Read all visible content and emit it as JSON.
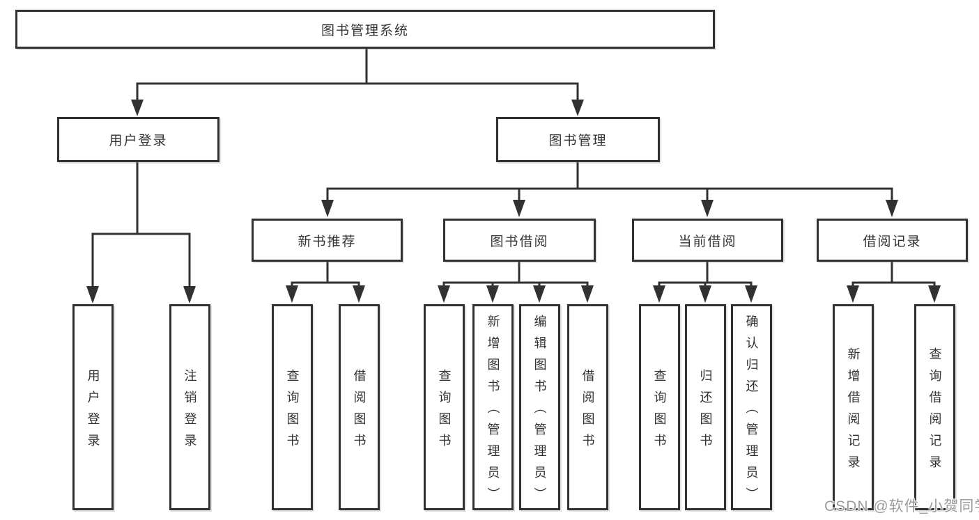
{
  "diagram": {
    "root": {
      "label": "图书管理系统"
    },
    "branches": [
      {
        "label": "用户登录",
        "children": [
          {
            "label": "用户登录"
          },
          {
            "label": "注销登录"
          }
        ]
      },
      {
        "label": "图书管理",
        "children": [
          {
            "label": "新书推荐",
            "children": [
              {
                "label": "查询图书"
              },
              {
                "label": "借阅图书"
              }
            ]
          },
          {
            "label": "图书借阅",
            "children": [
              {
                "label": "查询图书"
              },
              {
                "label": "新增图书（管理员）"
              },
              {
                "label": "编辑图书（管理员）"
              },
              {
                "label": "借阅图书"
              }
            ]
          },
          {
            "label": "当前借阅",
            "children": [
              {
                "label": "查询图书"
              },
              {
                "label": "归还图书"
              },
              {
                "label": "确认归还（管理员）"
              }
            ]
          },
          {
            "label": "借阅记录",
            "children": [
              {
                "label": "新增借阅记录"
              },
              {
                "label": "查询借阅记录"
              }
            ]
          }
        ]
      }
    ],
    "colors": {
      "line": "#313131",
      "text": "#333333",
      "watermark": "#9c9c9c"
    }
  },
  "watermark": {
    "text": "CSDN @软件_小贺同学"
  }
}
